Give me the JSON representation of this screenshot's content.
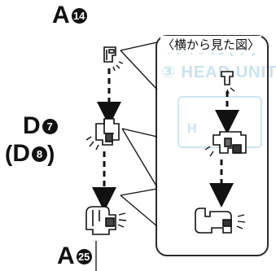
{
  "side_view": {
    "title": "〈横から見た図〉"
  },
  "labels": {
    "a14": {
      "letter": "A",
      "number": "14"
    },
    "d7": {
      "letter": "D",
      "number": "7"
    },
    "d8": {
      "open": "(",
      "letter": "D",
      "number": "8",
      "close": ")"
    },
    "a25": {
      "letter": "A",
      "number": "25"
    }
  },
  "background_text": {
    "line1": "の入り方(下)",
    "line2": "③ HEAD UNIT",
    "line3": "H"
  },
  "colors": {
    "ink": "#111111",
    "panel_border": "#2a2a2a",
    "ghost": "#c9e3ef"
  }
}
